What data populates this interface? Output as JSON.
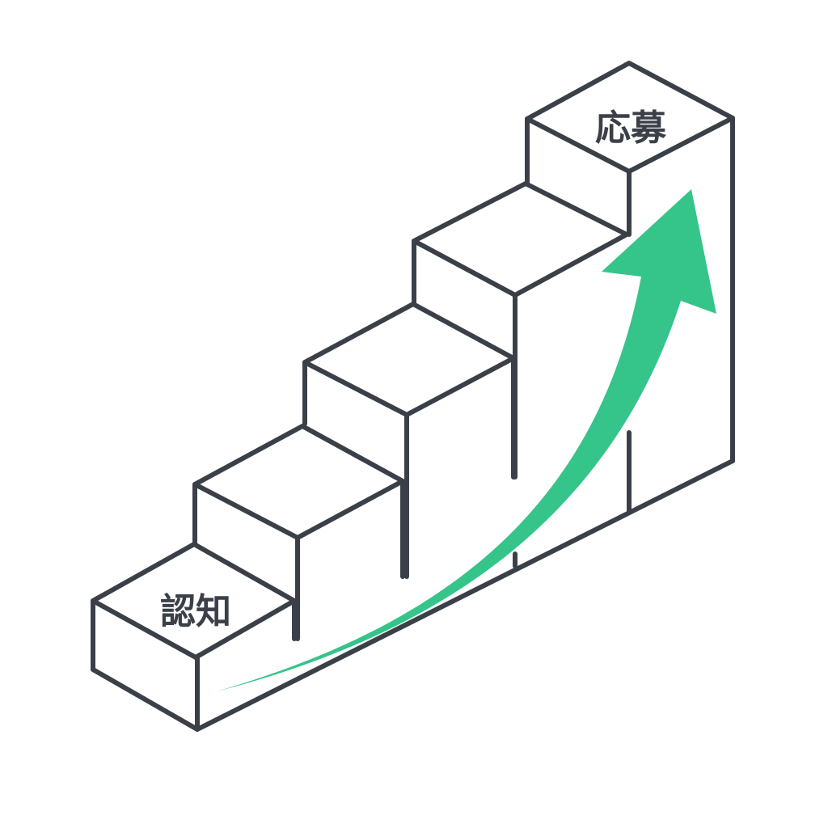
{
  "diagram": {
    "type": "isometric-staircase",
    "step_count": 5,
    "first_step_label": "認知",
    "last_step_label": "応募",
    "arrow_direction": "upward",
    "colors": {
      "outline": "#3b4048",
      "arrow": "#35c48a",
      "background": "#ffffff"
    }
  }
}
